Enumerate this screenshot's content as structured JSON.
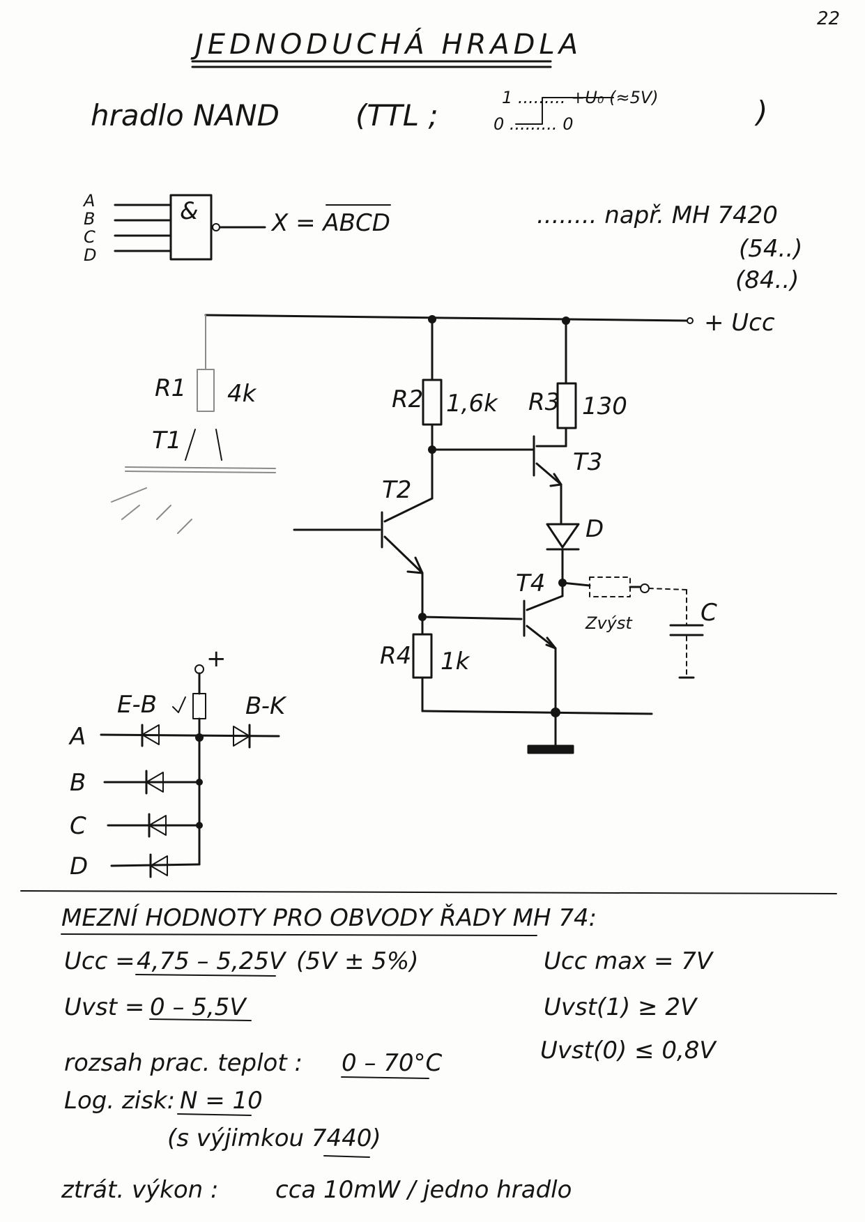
{
  "page_number": "22",
  "title": "JEDNODUCHÁ HRADLA",
  "nand": {
    "heading": "hradlo NAND",
    "ttl_open": "(TTL ;",
    "level_high": "1 ......... +U₀ (≈5V)",
    "level_low": "0 ......... 0",
    "ttl_close": ")"
  },
  "symbol": {
    "inputs": [
      "A",
      "B",
      "C",
      "D"
    ],
    "gate_sign": "&",
    "output": "X = ABCD",
    "example": "........ např. MH 7420",
    "series_54": "(54..)",
    "series_84": "(84..)"
  },
  "circuit": {
    "supply": "+ Ucc",
    "R1": "R1",
    "R1_value": "4k",
    "T1": "T1",
    "R2": "R2",
    "R2_value": "1,6k",
    "R3": "R3",
    "R3_value": "130",
    "T2": "T2",
    "T3": "T3",
    "T4": "T4",
    "D": "D",
    "R4": "R4",
    "R4_value": "1k",
    "Zout": "Zvýst",
    "C": "C"
  },
  "diode_model": {
    "plus": "+",
    "eb": "E-B",
    "bk": "B-K",
    "inputs": [
      "A",
      "B",
      "C",
      "D"
    ]
  },
  "limits": {
    "heading": "MEZNÍ HODNOTY PRO OBVODY ŘADY  MH 74:",
    "ucc_label": "Ucc = ",
    "ucc_value": "4,75 – 5,25V",
    "ucc_tol": "(5V ± 5%)",
    "ucc_max": "Ucc max = 7V",
    "uvst_label": "Uvst = ",
    "uvst_value": "0 – 5,5V",
    "uvst1": "Uvst(1) ≥ 2V",
    "uvst0": "Uvst(0) ≤ 0,8V",
    "temp_label": "rozsah prac. teplot :",
    "temp_value": "0 – 70°C",
    "gain_label": "Log. zisk:",
    "gain_value": "N = 10",
    "gain_note": "(s výjimkou 7440)",
    "power_label": "ztrát. výkon :",
    "power_value": "cca 10mW / jedno hradlo"
  }
}
